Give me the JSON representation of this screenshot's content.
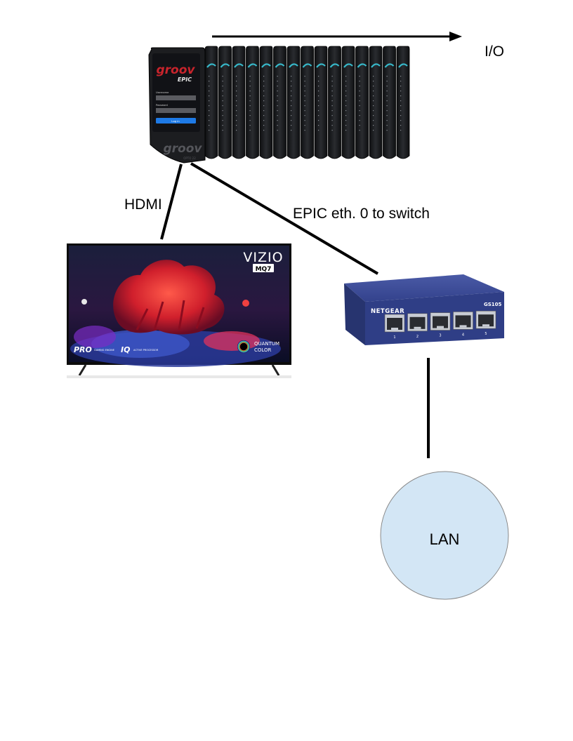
{
  "labels": {
    "io": "I/O",
    "hdmi": "HDMI",
    "epic_eth": "EPIC eth. 0 to switch",
    "lan": "LAN"
  },
  "devices": {
    "controller": {
      "brand": "groov",
      "model": "EPIC",
      "brand_bottom": "groov",
      "brand_sub": "OPTO 22",
      "field_username": "Username",
      "field_password": "Password",
      "login_button": "Log in",
      "io_module_count": 15
    },
    "tv": {
      "brand": "VIZIO",
      "model": "MQ7",
      "badge_pro": "PRO",
      "badge_pro_sub": "GAMING ENGINE",
      "badge_iq": "IQ",
      "badge_iq_sub": "ACTIVE PROCESSOR",
      "badge_qc_line1": "QUANTUM",
      "badge_qc_line2": "COLOR"
    },
    "switch": {
      "brand": "NETGEAR",
      "model": "GS105",
      "ports": [
        "1",
        "2",
        "3",
        "4",
        "5"
      ]
    }
  },
  "colors": {
    "line": "#000000",
    "lan_fill": "#d3e6f5",
    "lan_stroke": "#8a8a8a",
    "switch_body": "#2f3e86",
    "controller_body": "#1c1d20",
    "groov_red": "#c8242c"
  }
}
